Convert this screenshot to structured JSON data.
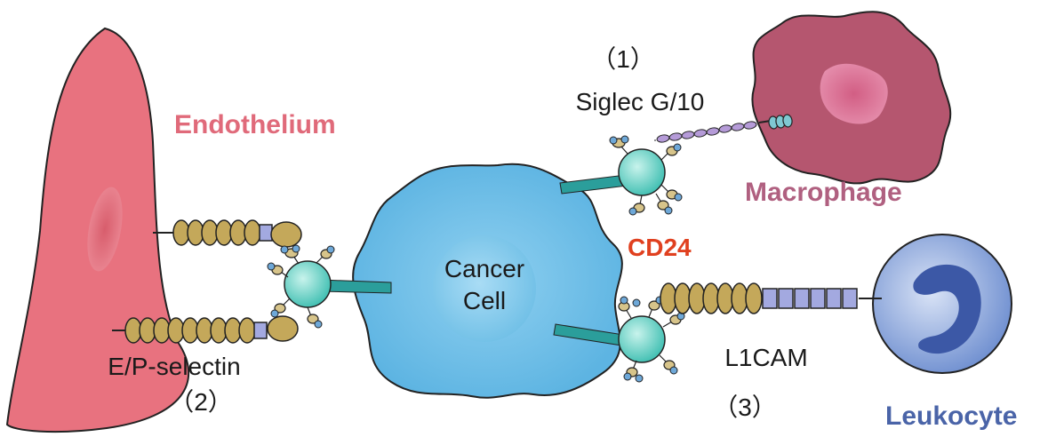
{
  "labels": {
    "endothelium": "Endothelium",
    "macrophage": "Macrophage",
    "leukocyte": "Leukocyte",
    "cancer_line1": "Cancer",
    "cancer_line2": "Cell",
    "cd24": "CD24",
    "siglec": "Siglec G/10",
    "siglec_num": "（1）",
    "selectin": "E/P-selectin",
    "selectin_num": "（2）",
    "l1cam": "L1CAM",
    "l1cam_num": "（3）"
  },
  "colors": {
    "endothelium_fill": "#e8727f",
    "endothelium_label": "#e06a7a",
    "macrophage_fill": "#b5566f",
    "macrophage_label": "#b06080",
    "leukocyte_fill": "#8fa6d6",
    "leukocyte_label": "#4a64a8",
    "cancer_fill": "#62b8e4",
    "cd24_label": "#e0401f",
    "receptor_gold": "#c4a85a",
    "receptor_box": "#a3a9e0",
    "cd24_ball": "#66d2c6",
    "stem": "#2b9e9b",
    "siglec_purple": "#b59bd8"
  }
}
